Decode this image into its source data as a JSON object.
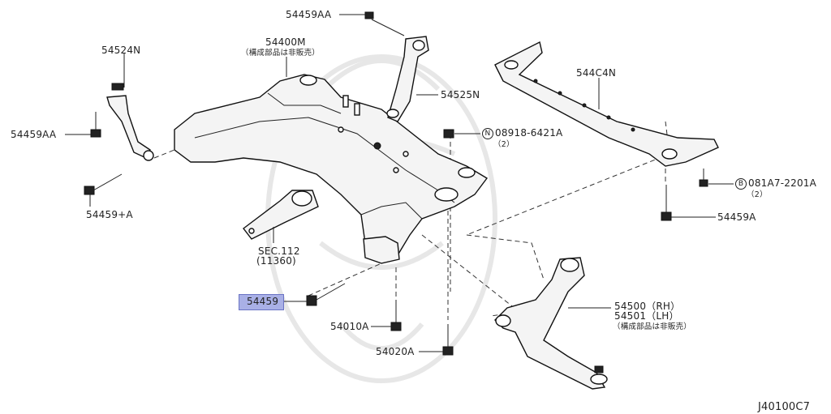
{
  "parts": {
    "p54459AA_top": "54459AA",
    "p54400M": "54400M",
    "p54400M_note": "（構成部品は非販売）",
    "p54524N": "54524N",
    "p54525N": "54525N",
    "p544C4N": "544C4N",
    "p54459AA_left": "54459AA",
    "p08918_sym": "N",
    "p08918": "08918-6421A",
    "p08918_qty": "（2）",
    "p081A7_sym": "B",
    "p081A7": "081A7-2201A",
    "p081A7_qty": "（2）",
    "p54459_plus_a": "54459+A",
    "p54459A": "54459A",
    "sec112": "SEC.112",
    "sec112_ref": "(11360)",
    "p54459_selected": "54459",
    "p54500": "54500（RH）",
    "p54501": "54501（LH）",
    "p54500_note": "（構成部品は非販売）",
    "p54010A": "54010A",
    "p54020A": "54020A"
  },
  "diagram_code": "J40100C7",
  "highlight_color": "#a9b0e6"
}
